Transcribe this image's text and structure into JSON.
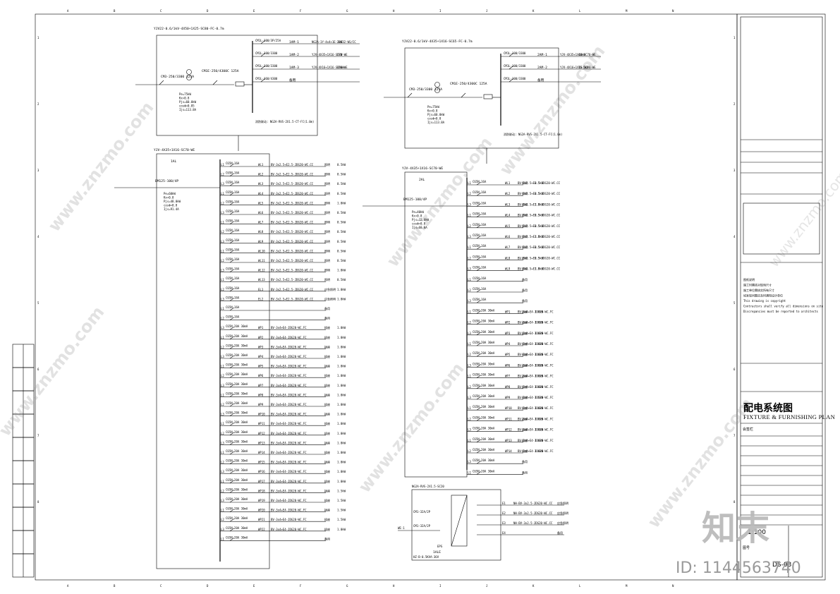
{
  "sheet": {
    "border_row_labels": [
      "1",
      "2",
      "3",
      "4",
      "5",
      "6",
      "7",
      "8"
    ],
    "border_col_labels": [
      "A",
      "B",
      "C",
      "D",
      "E",
      "F",
      "G",
      "H",
      "I",
      "J",
      "K",
      "L",
      "M",
      "N"
    ]
  },
  "title_block": {
    "title_cn": "配电系统图",
    "title_en": "FIXTURE & FURNISHING PLAN",
    "scale": "1:100",
    "sheet_no": "DS-03",
    "section": "会签栏",
    "drawing_no_label": "图号",
    "notes_lines": [
      "图纸说明",
      "施工时需核对现场尺寸",
      "施工单位需核实所有尺寸",
      "如发现问题应及时通知设计单位",
      "This drawing is copyright",
      "Contractors shall verify all dimensions on site",
      "Discrepancies must be reported to architects"
    ]
  },
  "watermark": {
    "site": "www.znzmo.com",
    "logo_text": "知末",
    "id_text": "ID: 1144563740"
  },
  "panels": {
    "left_main": {
      "incoming": "YJV22-0.6/1kV-4X50+1X25-SC80-FC-0.7m",
      "cb_main": "CM3-250/3300 125A",
      "cb_sub": "CM1E-250/4300C 125A",
      "load_params": [
        "Pe=75kW",
        "Kx=0.8",
        "Pjs=60.0kW",
        "cosΦ=0.85",
        "Ijs=113.8A"
      ],
      "outgoing": [
        {
          "breaker": "CM1L-100/3P/25A",
          "id": "1AM-1",
          "cable": "NG2A-1Y-4x4+1E-JDG32-WS/CC",
          "load": "3kW"
        },
        {
          "breaker": "CM1L-100/3300",
          "id": "1AM-2",
          "cable": "YJV-4X35+1X16-SC70-WE",
          "load": "2kW"
        },
        {
          "breaker": "CM1L-100/3300",
          "id": "1AM-3",
          "cable": "YJV-4X16+1X16-SC50-WE",
          "load": "38kW"
        },
        {
          "breaker": "CM1L-160/4300",
          "id": "备用",
          "cable": "",
          "load": ""
        }
      ],
      "fire_note": "消防联动: NG2A-RVS-2X1.5-CT-FC(1.0m)"
    },
    "right_main": {
      "incoming": "YJV22-0.6/1kV-4X35+1X16-SC65-FC-0.7m",
      "cb_main": "CM3-250/3300 125A",
      "cb_sub": "CM1E-250/4300C 125A",
      "load_params": [
        "Pe=75kW",
        "Kx=0.8",
        "Pjs=60.0kW",
        "cosΦ=0.8",
        "Ijs=113.8A"
      ],
      "outgoing": [
        {
          "breaker": "CM1L-100/3300",
          "id": "2AM-1",
          "cable": "YJV-4X35+1X16-SC70-WE",
          "load": "40kW"
        },
        {
          "breaker": "CM1L-100/3300",
          "id": "2AM-2",
          "cable": "YJV-4X16+1X16-SC50-WE",
          "load": "15.5kW"
        },
        {
          "breaker": "CM1L-100/3300",
          "id": "备用",
          "cable": "",
          "load": ""
        }
      ],
      "fire_note": "消防联动: NG2A-RVS-2X1.5-CT-FC(1.0m)"
    },
    "left_dist": {
      "feed": "YJV-4X35+1X16-SC70-WE",
      "name": "1AL",
      "main_cb": "BM125-100/4P",
      "params": [
        "Pe=60kW",
        "Kx=0.8",
        "Pjs=48.0kW",
        "cosΦ=0.8",
        "Ijs=91.4A"
      ],
      "circuits": [
        {
          "ph": "L1",
          "cb": "C65N 16A",
          "id": "WL1",
          "cable": "BV-3x2.5+E2.5-JDG20-WC.CC",
          "use": "照明",
          "kw": "0.5kW"
        },
        {
          "ph": "L2",
          "cb": "C65N 16A",
          "id": "WL2",
          "cable": "BV-3x2.5+E2.5-JDG20-WC.CC",
          "use": "照明",
          "kw": "0.5kW"
        },
        {
          "ph": "L3",
          "cb": "C65N 16A",
          "id": "WL3",
          "cable": "BV-3x2.5+E2.5-JDG20-WC.CC",
          "use": "照明",
          "kw": "0.5kW"
        },
        {
          "ph": "L1",
          "cb": "C65N 16A",
          "id": "WL4",
          "cable": "BV-3x2.5+E2.5-JDG20-WC.CC",
          "use": "照明",
          "kw": "0.5kW"
        },
        {
          "ph": "L2",
          "cb": "C65N 16A",
          "id": "WL5",
          "cable": "BV-3x2.5+E2.5-JDG20-WC.CC",
          "use": "照明",
          "kw": "1.0kW"
        },
        {
          "ph": "L3",
          "cb": "C65N 16A",
          "id": "WL6",
          "cable": "BV-3x2.5+E2.5-JDG20-WC.CC",
          "use": "照明",
          "kw": "0.5kW"
        },
        {
          "ph": "L1",
          "cb": "C65N 16A",
          "id": "WL7",
          "cable": "BV-3x2.5+E2.5-JDG20-WC.CC",
          "use": "照明",
          "kw": "0.5kW"
        },
        {
          "ph": "L2",
          "cb": "C65N 16A",
          "id": "WL8",
          "cable": "BV-3x2.5+E2.5-JDG20-WC.CC",
          "use": "照明",
          "kw": "0.5kW"
        },
        {
          "ph": "L3",
          "cb": "C65N 16A",
          "id": "WL9",
          "cable": "BV-3x2.5+E2.5-JDG20-WC.CC",
          "use": "照明",
          "kw": "0.5kW"
        },
        {
          "ph": "L1",
          "cb": "C65N 16A",
          "id": "WL10",
          "cable": "BV-3x2.5+E2.5-JDG20-WC.CC",
          "use": "照明",
          "kw": "0.5kW"
        },
        {
          "ph": "L2",
          "cb": "C65N 16A",
          "id": "WL11",
          "cable": "BV-3x2.5+E2.5-JDG20-WC.CC",
          "use": "照明",
          "kw": "0.5kW"
        },
        {
          "ph": "L3",
          "cb": "C65N 16A",
          "id": "WL12",
          "cable": "BV-3x2.5+E2.5-JDG20-WC.CC",
          "use": "照明",
          "kw": "1.0kW"
        },
        {
          "ph": "L1",
          "cb": "C65N 16A",
          "id": "WL13",
          "cable": "BV-3x2.5+E2.5-JDG20-WC.CC",
          "use": "照明",
          "kw": "0.5kW"
        },
        {
          "ph": "L2",
          "cb": "C65N 16A",
          "id": "EL1",
          "cable": "BV-3x2.5+E2.5-JDG20-WC.CC",
          "use": "应急照明",
          "kw": "1.0kW"
        },
        {
          "ph": "L3",
          "cb": "C65N 16A",
          "id": "EL2",
          "cable": "BV-3x2.5+E2.5-JDG20-WC.CC",
          "use": "应急照明",
          "kw": "1.0kW"
        },
        {
          "ph": "L1",
          "cb": "C65N 16A",
          "id": "",
          "cable": "",
          "use": "备用",
          "kw": ""
        },
        {
          "ph": "L2",
          "cb": "C65N 16A",
          "id": "",
          "cable": "",
          "use": "备用",
          "kw": ""
        },
        {
          "ph": "L3",
          "cb": "C65N 20A 30mA",
          "id": "WP1",
          "cable": "BV-3x4+E4-JDG20-WC.FC",
          "use": "插座",
          "kw": "1.0kW"
        },
        {
          "ph": "L1",
          "cb": "C65N 20A 30mA",
          "id": "WP2",
          "cable": "BV-3x4+E4-JDG20-WC.FC",
          "use": "插座",
          "kw": "1.0kW"
        },
        {
          "ph": "L2",
          "cb": "C65N 20A 30mA",
          "id": "WP3",
          "cable": "BV-3x4+E4-JDG20-WC.FC",
          "use": "插座",
          "kw": "1.0kW"
        },
        {
          "ph": "L3",
          "cb": "C65N 20A 30mA",
          "id": "WP4",
          "cable": "BV-3x4+E4-JDG20-WC.FC",
          "use": "插座",
          "kw": "1.0kW"
        },
        {
          "ph": "L1",
          "cb": "C65N 20A 30mA",
          "id": "WP5",
          "cable": "BV-3x4+E4-JDG20-WC.FC",
          "use": "插座",
          "kw": "1.0kW"
        },
        {
          "ph": "L2",
          "cb": "C65N 20A 30mA",
          "id": "WP6",
          "cable": "BV-3x4+E4-JDG20-WC.FC",
          "use": "插座",
          "kw": "1.0kW"
        },
        {
          "ph": "L3",
          "cb": "C65N 20A 30mA",
          "id": "WP7",
          "cable": "BV-3x4+E4-JDG20-WC.FC",
          "use": "插座",
          "kw": "1.0kW"
        },
        {
          "ph": "L1",
          "cb": "C65N 20A 30mA",
          "id": "WP8",
          "cable": "BV-3x4+E4-JDG20-WC.FC",
          "use": "插座",
          "kw": "1.0kW"
        },
        {
          "ph": "L2",
          "cb": "C65N 20A 30mA",
          "id": "WP9",
          "cable": "BV-3x4+E4-JDG20-WC.FC",
          "use": "插座",
          "kw": "1.0kW"
        },
        {
          "ph": "L3",
          "cb": "C65N 20A 30mA",
          "id": "WP10",
          "cable": "BV-3x4+E4-JDG20-WC.FC",
          "use": "插座",
          "kw": "1.0kW"
        },
        {
          "ph": "L1",
          "cb": "C65N 20A 30mA",
          "id": "WP11",
          "cable": "BV-3x4+E4-JDG20-WC.FC",
          "use": "插座",
          "kw": "1.0kW"
        },
        {
          "ph": "L2",
          "cb": "C65N 20A 30mA",
          "id": "WP12",
          "cable": "BV-3x4+E4-JDG20-WC.FC",
          "use": "插座",
          "kw": "1.0kW"
        },
        {
          "ph": "L3",
          "cb": "C65N 20A 30mA",
          "id": "WP13",
          "cable": "BV-3x4+E4-JDG20-WC.FC",
          "use": "插座",
          "kw": "1.0kW"
        },
        {
          "ph": "L1",
          "cb": "C65N 20A 30mA",
          "id": "WP14",
          "cable": "BV-3x4+E4-JDG20-WC.FC",
          "use": "插座",
          "kw": "1.0kW"
        },
        {
          "ph": "L2",
          "cb": "C65N 20A 30mA",
          "id": "WP15",
          "cable": "BV-3x4+E4-JDG20-WC.FC",
          "use": "插座",
          "kw": "1.0kW"
        },
        {
          "ph": "L3",
          "cb": "C65N 20A 30mA",
          "id": "WP16",
          "cable": "BV-3x4+E4-JDG20-WC.FC",
          "use": "插座",
          "kw": "1.0kW"
        },
        {
          "ph": "L1",
          "cb": "C65N 20A 30mA",
          "id": "WP17",
          "cable": "BV-3x4+E4-JDG20-WC.FC",
          "use": "插座",
          "kw": "1.0kW"
        },
        {
          "ph": "L2",
          "cb": "C65N 20A 30mA",
          "id": "WP18",
          "cable": "BV-3x4+E4-JDG20-WC.FC",
          "use": "插座",
          "kw": "1.5kW"
        },
        {
          "ph": "L3",
          "cb": "C65N 20A 30mA",
          "id": "WP19",
          "cable": "BV-3x4+E4-JDG20-WC.FC",
          "use": "插座",
          "kw": "1.5kW"
        },
        {
          "ph": "L1",
          "cb": "C65N 20A 30mA",
          "id": "WP20",
          "cable": "BV-3x4+E4-JDG20-WC.FC",
          "use": "插座",
          "kw": "1.5kW"
        },
        {
          "ph": "L2",
          "cb": "C65N 20A 30mA",
          "id": "WP21",
          "cable": "BV-3x4+E4-JDG20-WC.FC",
          "use": "插座",
          "kw": "1.5kW"
        },
        {
          "ph": "L3",
          "cb": "C65N 20A 30mA",
          "id": "WP22",
          "cable": "BV-3x4+E4-JDG20-WC.FC",
          "use": "插座",
          "kw": "1.0kW"
        },
        {
          "ph": "L1",
          "cb": "C65N 20A 30mA",
          "id": "",
          "cable": "",
          "use": "备用",
          "kw": ""
        }
      ]
    },
    "right_dist": {
      "feed": "YJV-4X35+1X16-SC70-WE",
      "name": "2AL",
      "main_cb": "BM125-100/4P",
      "params": [
        "Pe=40kW",
        "Kx=0.8",
        "Pjs=32.0kW",
        "cosΦ=0.8",
        "Ijs=60.8A"
      ],
      "circuits": [
        {
          "ph": "L1",
          "cb": "C65N 16A",
          "id": "WL1",
          "cable": "BV-3x2.5+E2.5-JDG20-WC.CC",
          "use": "照明",
          "kw": "0.5kW"
        },
        {
          "ph": "L2",
          "cb": "C65N 16A",
          "id": "WL2",
          "cable": "BV-3x2.5+E2.5-JDG20-WC.CC",
          "use": "照明",
          "kw": "0.5kW"
        },
        {
          "ph": "L3",
          "cb": "C65N 16A",
          "id": "WL3",
          "cable": "BV-3x2.5+E2.5-JDG20-WC.CC",
          "use": "照明",
          "kw": "1.0kW"
        },
        {
          "ph": "L1",
          "cb": "C65N 16A",
          "id": "WL4",
          "cable": "BV-3x2.5+E2.5-JDG20-WC.CC",
          "use": "照明",
          "kw": "0.5kW"
        },
        {
          "ph": "L2",
          "cb": "C65N 16A",
          "id": "WL5",
          "cable": "BV-3x2.5+E2.5-JDG20-WC.CC",
          "use": "照明",
          "kw": "0.5kW"
        },
        {
          "ph": "L3",
          "cb": "C65N 16A",
          "id": "WL6",
          "cable": "BV-3x2.5+E2.5-JDG20-WC.CC",
          "use": "照明",
          "kw": "1.0kW"
        },
        {
          "ph": "L1",
          "cb": "C65N 16A",
          "id": "WL7",
          "cable": "BV-3x2.5+E2.5-JDG20-WC.CC",
          "use": "照明",
          "kw": "0.5kW"
        },
        {
          "ph": "L2",
          "cb": "C65N 16A",
          "id": "WL8",
          "cable": "BV-3x2.5+E2.5-JDG20-WC.CC",
          "use": "照明",
          "kw": "0.5kW"
        },
        {
          "ph": "L3",
          "cb": "C65N 16A",
          "id": "WL9",
          "cable": "BV-3x2.5+E2.5-JDG20-WC.CC",
          "use": "照明",
          "kw": "1.0kW"
        },
        {
          "ph": "L1",
          "cb": "C65N 16A",
          "id": "",
          "cable": "",
          "use": "备用",
          "kw": ""
        },
        {
          "ph": "L2",
          "cb": "C65N 16A",
          "id": "",
          "cable": "",
          "use": "备用",
          "kw": ""
        },
        {
          "ph": "L3",
          "cb": "C65N 16A",
          "id": "",
          "cable": "",
          "use": "备用",
          "kw": ""
        },
        {
          "ph": "L1",
          "cb": "C65N 20A 30mA",
          "id": "WP1",
          "cable": "BV-3x4+E4-JDG20-WC.FC",
          "use": "插座",
          "kw": "1.0kW"
        },
        {
          "ph": "L2",
          "cb": "C65N 20A 30mA",
          "id": "WP2",
          "cable": "BV-3x4+E4-JDG20-WC.FC",
          "use": "插座",
          "kw": "1.0kW"
        },
        {
          "ph": "L3",
          "cb": "C65N 20A 30mA",
          "id": "WP3",
          "cable": "BV-3x4+E4-JDG20-WC.FC",
          "use": "插座",
          "kw": "1.0kW"
        },
        {
          "ph": "L1",
          "cb": "C65N 20A 30mA",
          "id": "WP4",
          "cable": "BV-3x4+E4-JDG20-WC.FC",
          "use": "插座",
          "kw": "1.0kW"
        },
        {
          "ph": "L2",
          "cb": "C65N 20A 30mA",
          "id": "WP5",
          "cable": "BV-3x4+E4-JDG20-WC.FC",
          "use": "插座",
          "kw": "1.0kW"
        },
        {
          "ph": "L3",
          "cb": "C65N 20A 30mA",
          "id": "WP6",
          "cable": "BV-3x4+E4-JDG20-WC.FC",
          "use": "插座",
          "kw": "1.0kW"
        },
        {
          "ph": "L1",
          "cb": "C65N 20A 30mA",
          "id": "WP7",
          "cable": "BV-3x4+E4-JDG20-WC.FC",
          "use": "插座",
          "kw": "1.0kW"
        },
        {
          "ph": "L2",
          "cb": "C65N 20A 30mA",
          "id": "WP8",
          "cable": "BV-3x4+E4-JDG20-WC.FC",
          "use": "插座",
          "kw": "1.0kW"
        },
        {
          "ph": "L3",
          "cb": "C65N 20A 30mA",
          "id": "WP9",
          "cable": "BV-3x4+E4-JDG20-WC.FC",
          "use": "插座",
          "kw": "1.5kW"
        },
        {
          "ph": "L1",
          "cb": "C65N 20A 30mA",
          "id": "WP10",
          "cable": "BV-3x4+E4-JDG20-WC.FC",
          "use": "插座",
          "kw": "1.0kW"
        },
        {
          "ph": "L2",
          "cb": "C65N 20A 30mA",
          "id": "WP11",
          "cable": "BV-3x4+E4-JDG20-WC.FC",
          "use": "插座",
          "kw": "1.0kW"
        },
        {
          "ph": "L3",
          "cb": "C65N 20A 30mA",
          "id": "WP12",
          "cable": "BV-3x4+E4-JDG20-WC.FC",
          "use": "插座",
          "kw": "1.0kW"
        },
        {
          "ph": "L1",
          "cb": "C65N 20A 30mA",
          "id": "WP13",
          "cable": "BV-3x4+E4-JDG20-WC.FC",
          "use": "插座",
          "kw": "1.0kW"
        },
        {
          "ph": "L2",
          "cb": "C65N 20A 30mA",
          "id": "WP14",
          "cable": "BV-3x4+E4-JDG20-WC.FC",
          "use": "插座",
          "kw": "1.0kW"
        },
        {
          "ph": "L3",
          "cb": "C65N 20A 30mA",
          "id": "",
          "cable": "",
          "use": "备用",
          "kw": ""
        },
        {
          "ph": "L1",
          "cb": "C65N 20A 30mA",
          "id": "",
          "cable": "",
          "use": "备用",
          "kw": ""
        }
      ]
    },
    "ale": {
      "feed": "NG2A-RVS-2X1.5-SC20",
      "name": "1ALE",
      "cb1": "CM1-32A/2P",
      "cb2": "CM1-32A/2P",
      "source_label": "WE-1",
      "ups_label": "EPS",
      "spec": "HZ-B-0.5KVA-36V",
      "outputs": [
        {
          "id": "E1",
          "cable": "NH-BV-3x2.5-JDG20-WC.CC",
          "use": "应急照明"
        },
        {
          "id": "E2",
          "cable": "NH-BV-3x2.5-JDG20-WC.CC",
          "use": "应急照明"
        },
        {
          "id": "E3",
          "cable": "NH-BV-3x2.5-JDG20-WC.CC",
          "use": "应急照明"
        },
        {
          "id": "E4",
          "cable": "",
          "use": "备用"
        }
      ]
    }
  }
}
